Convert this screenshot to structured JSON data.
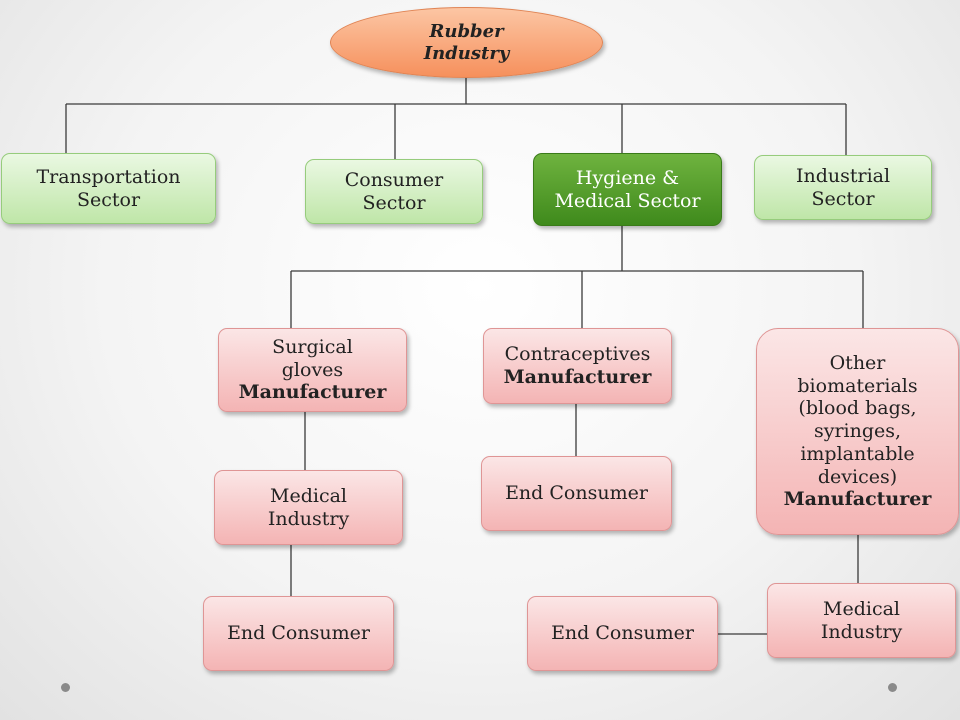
{
  "nodes": {
    "rubber_industry": "Rubber Industry",
    "transportation_sector": "Transportation Sector",
    "consumer_sector": "Consumer Sector",
    "hygiene_medical_sector": "Hygiene & Medical Sector",
    "industrial_sector": "Industrial Sector",
    "surgical_gloves": {
      "line1": "Surgical gloves",
      "line2": "Manufacturer"
    },
    "contraceptives": {
      "line1": "Contraceptives",
      "line2": "Manufacturer"
    },
    "other_biomaterials": {
      "line1": "Other biomaterials (blood bags, syringes, implantable devices)",
      "line2": "Manufacturer"
    },
    "medical_industry_left": "Medical Industry",
    "end_consumer_contraceptives": "End Consumer",
    "end_consumer_left": "End Consumer",
    "end_consumer_right": "End Consumer",
    "medical_industry_right": "Medical Industry"
  },
  "colors": {
    "root_fill": "#f6905c",
    "sector_fill": "#bfe6a8",
    "highlight_sector_fill": "#3f8a1c",
    "manufacturer_fill": "#f4b4b4",
    "connector": "#3a3a3a"
  }
}
